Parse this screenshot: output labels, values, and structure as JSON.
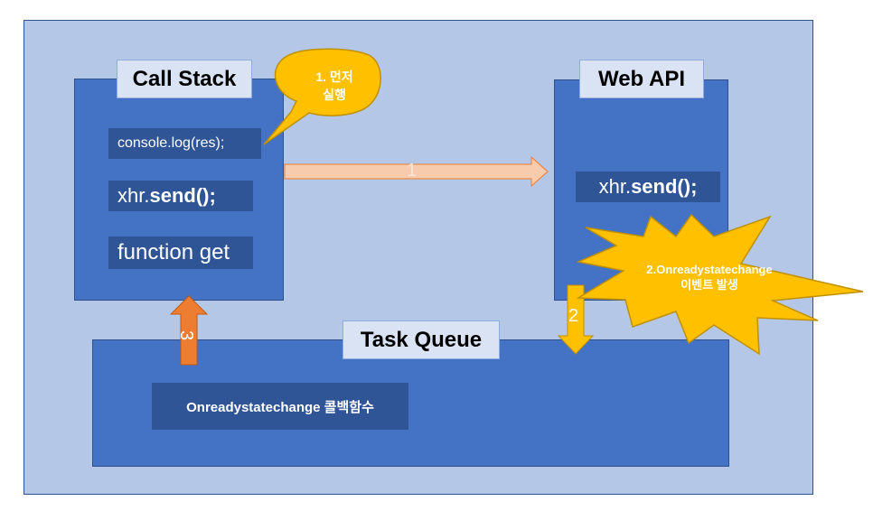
{
  "call_stack": {
    "title": "Call Stack",
    "items": [
      {
        "prefix": "console.log(res);",
        "bold": ""
      },
      {
        "prefix": "xhr.",
        "bold": "send();"
      },
      {
        "prefix": "function get",
        "bold": ""
      }
    ]
  },
  "web_api": {
    "title": "Web API",
    "item": {
      "prefix": "xhr.",
      "bold": "send();"
    }
  },
  "task_queue": {
    "title": "Task Queue",
    "item": "Onreadystatechange 콜백함수"
  },
  "callouts": {
    "first_run": {
      "line1": "1. 먼저",
      "line2": "실행"
    },
    "event": {
      "line1": "2.Onreadystatechange",
      "line2": "이벤트 발생"
    }
  },
  "arrows": {
    "one": "1",
    "two": "2",
    "three": "3"
  },
  "colors": {
    "background": "#b4c7e7",
    "panel": "#4472c4",
    "item": "#2f5597",
    "label": "#dae3f3",
    "arrow_right": "#f8cbad",
    "arrow_up": "#ed7d31",
    "arrow_down": "#ffc000",
    "callout": "#ffc000"
  }
}
